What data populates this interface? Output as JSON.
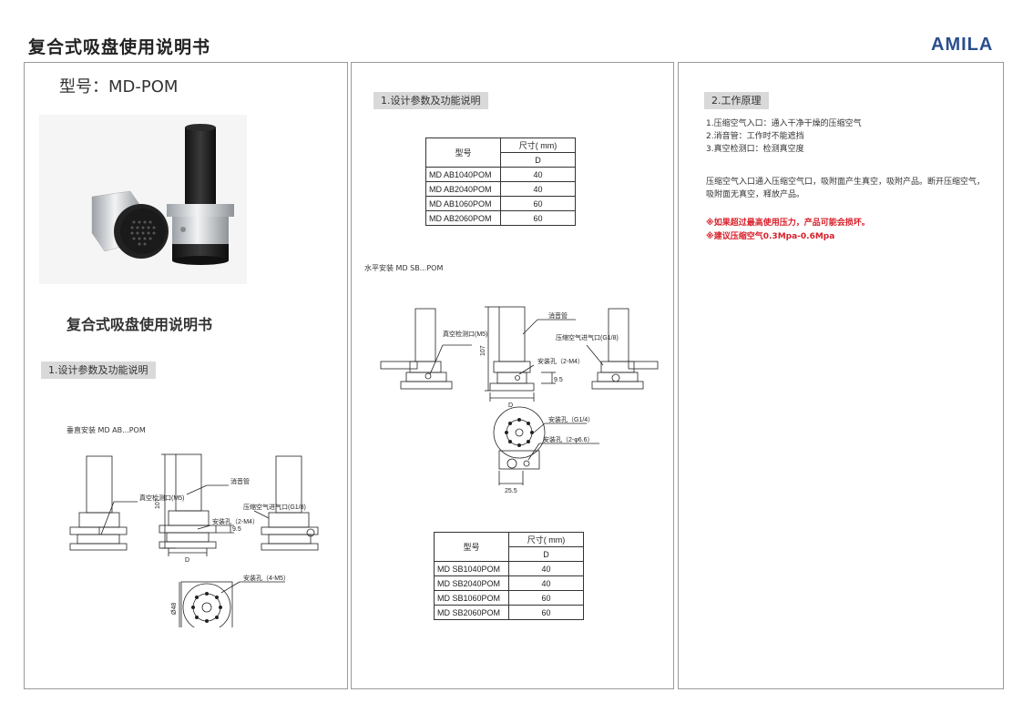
{
  "header": {
    "title": "复合式吸盘使用说明书",
    "brand": "AMILA"
  },
  "panel1": {
    "model_title": "型号：MD-POM",
    "subtitle": "复合式吸盘使用说明书",
    "section_label": "1.设计参数及功能说明",
    "drawing_caption": "垂直安装 MD AB...POM",
    "drawing_labels": {
      "vacuum_port": "真空检测口(M5)",
      "muffler": "消音管",
      "air_inlet": "压缩空气进气口(G1/8)",
      "mount_hole_side": "安装孔（2-M4）",
      "mount_hole_top": "安装孔（4-M5）",
      "dim_height": "107",
      "dim_small": "9.5",
      "dim_d": "D",
      "dim_dia": "Ø48"
    }
  },
  "panel2": {
    "section_label": "1.设计参数及功能说明",
    "table1": {
      "model_header": "型号",
      "size_header": "尺寸( mm)",
      "sub_header": "D",
      "rows": [
        {
          "model": "MD AB1040POM",
          "d": "40"
        },
        {
          "model": "MD AB2040POM",
          "d": "40"
        },
        {
          "model": "MD AB1060POM",
          "d": "60"
        },
        {
          "model": "MD AB2060POM",
          "d": "60"
        }
      ]
    },
    "drawing_caption": "水平安装 MD SB...POM",
    "drawing_labels": {
      "vacuum_port": "真空检测口(M5)",
      "muffler": "消音管",
      "air_inlet": "压缩空气进气口(G1/8)",
      "mount_hole_side": "安装孔（2-M4）",
      "mount_hole_g": "安装孔（G1/4）",
      "mount_hole_phi": "安装孔（2-φ6.6）",
      "dim_height": "107",
      "dim_small": "9.5",
      "dim_d": "D",
      "dim_width": "25.5"
    },
    "table2": {
      "model_header": "型号",
      "size_header": "尺寸( mm)",
      "sub_header": "D",
      "rows": [
        {
          "model": "MD SB1040POM",
          "d": "40"
        },
        {
          "model": "MD SB2040POM",
          "d": "40"
        },
        {
          "model": "MD SB1060POM",
          "d": "60"
        },
        {
          "model": "MD SB2060POM",
          "d": "60"
        }
      ]
    }
  },
  "panel3": {
    "section_label": "2.工作原理",
    "list": [
      "1.压缩空气入口：通入干净干燥的压缩空气",
      "2.消音管：工作时不能遮挡",
      "3.真空检测口：检测真空度"
    ],
    "paragraph": "压缩空气入口通入压缩空气口，吸附面产生真空，吸附产品。断开压缩空气，吸附面无真空，释放产品。",
    "warnings": [
      "※如果超过最高使用压力，产品可能会损坏。",
      "※建议压缩空气0.3Mpa-0.6Mpa"
    ]
  },
  "colors": {
    "brand": "#2a4f8f",
    "warning": "#d8202a",
    "section_bar": "#d9d9d9"
  }
}
